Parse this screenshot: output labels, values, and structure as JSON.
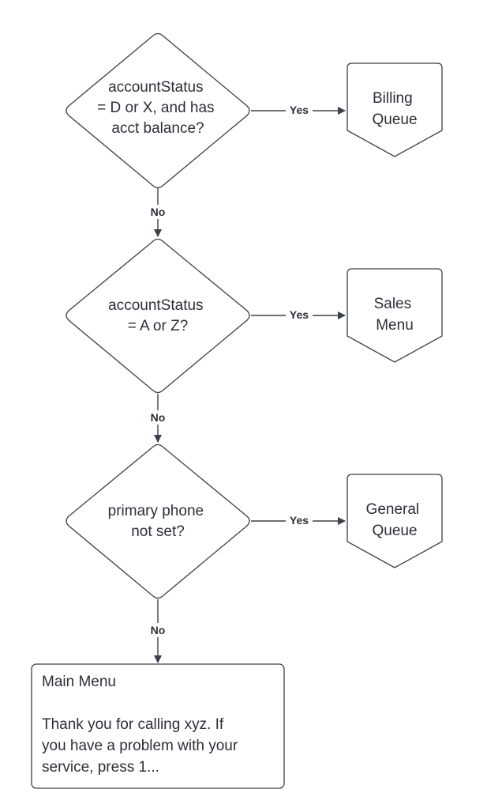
{
  "nodes": {
    "decision1": {
      "lines": [
        "accountStatus",
        "= D or X, and has",
        "acct balance?"
      ]
    },
    "decision2": {
      "lines": [
        "accountStatus",
        "= A or Z?"
      ]
    },
    "decision3": {
      "lines": [
        "primary phone",
        "not set?"
      ]
    },
    "billing": {
      "lines": [
        "Billing",
        "Queue"
      ]
    },
    "sales": {
      "lines": [
        "Sales",
        "Menu"
      ]
    },
    "general": {
      "lines": [
        "General",
        "Queue"
      ]
    },
    "main_menu": {
      "lines": [
        "Main Menu",
        "",
        "Thank you for calling xyz.  If",
        "you have a problem with your",
        "service, press 1..."
      ]
    }
  },
  "edges": {
    "d1_yes": "Yes",
    "d1_no": "No",
    "d2_yes": "Yes",
    "d2_no": "No",
    "d3_yes": "Yes",
    "d3_no": "No"
  },
  "colors": {
    "stroke": "#3a414a",
    "text": "#2b3038",
    "background": "#ffffff"
  }
}
